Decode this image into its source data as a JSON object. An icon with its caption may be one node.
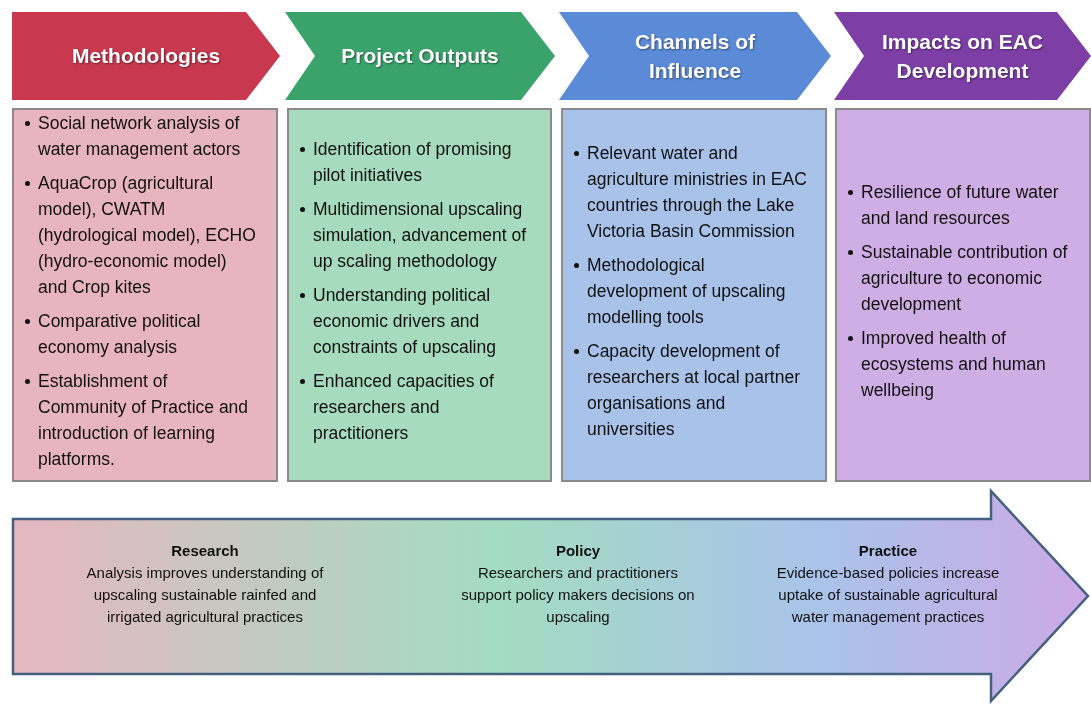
{
  "diagram": {
    "nodes": [
      {
        "text": [
          "Methodologies"
        ]
      },
      {
        "text": [
          "Project Outputs"
        ]
      },
      {
        "text": [
          "Channels of Influence"
        ]
      },
      {
        "text": [
          "Impacts on EAC Development"
        ]
      },
      {
        "text": [
          "Social network analysis of water management actors",
          "AquaCrop (agricultural model), CWATM (hydrological model), ECHO (hydro-economic model) and Crop kites",
          "Comparative political economy analysis",
          "Establishment of Community of Practice and introduction of learning platforms."
        ]
      },
      {
        "text": [
          "Identification of promising pilot initiatives",
          "Multidimensional upscaling simulation, advancement of up scaling methodology",
          "Understanding political economic drivers and constraints of upscaling",
          "Enhanced capacities of researchers and practitioners"
        ]
      },
      {
        "text": [
          "Relevant water and agriculture ministries in EAC countries through the Lake Victoria Basin Commission",
          "Methodological development of upscaling modelling tools",
          "Capacity development of researchers at local partner organisations and universities"
        ]
      },
      {
        "text": [
          "Resilience of future water and land resources",
          "Sustainable contribution of agriculture to economic development",
          "Improved health of ecosystems and human wellbeing"
        ]
      },
      {
        "text": [],
        "shape": "arrow"
      },
      {
        "text": [
          "Research",
          "Analysis improves understanding of upscaling sustainable rainfed and irrigated agricultural practices"
        ],
        "in": 8
      },
      {
        "text": [
          "Policy",
          "Researchers and practitioners support policy makers decisions on upscaling"
        ],
        "in": 8
      },
      {
        "text": [
          "Practice",
          "Evidence-based policies increase uptake of sustainable agricultural water management practices"
        ],
        "in": 8
      }
    ]
  }
}
